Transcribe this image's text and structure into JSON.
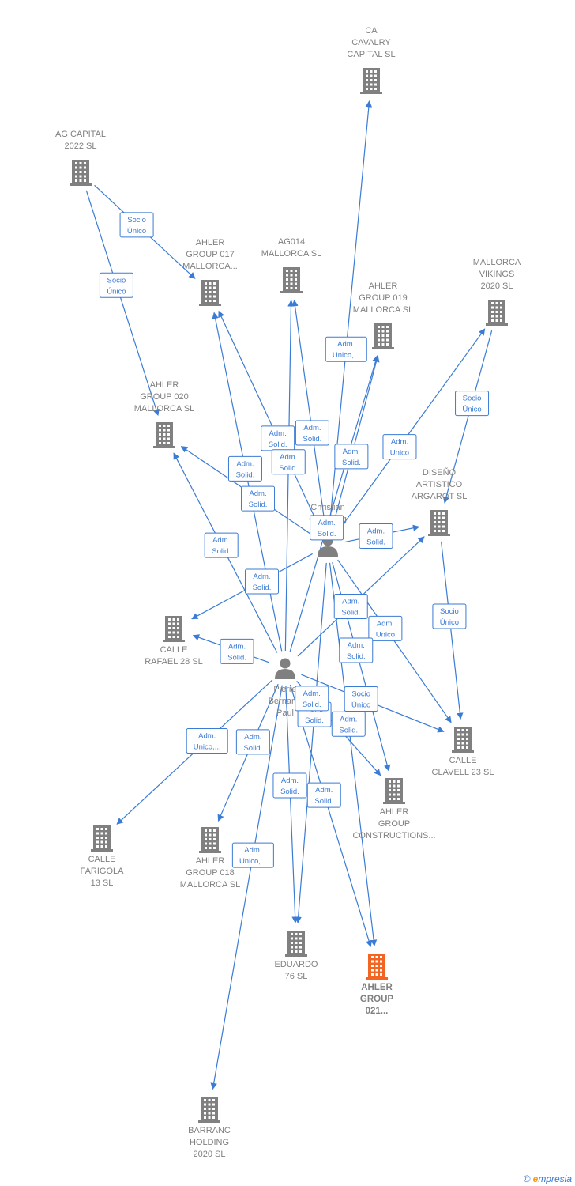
{
  "colors": {
    "edge": "#3a7bd5",
    "building": "#808080",
    "focus": "#f26522",
    "person": "#808080",
    "label": "#808080"
  },
  "companies": [
    {
      "id": "ca_cavalry",
      "lines": [
        "CA",
        "CAVALRY",
        "CAPITAL  SL"
      ],
      "icon": "building-icon"
    },
    {
      "id": "ag_capital",
      "lines": [
        "AG CAPITAL",
        "2022  SL"
      ],
      "icon": "building-icon"
    },
    {
      "id": "ahler_017",
      "lines": [
        "AHLER",
        "GROUP 017",
        "MALLORCA..."
      ],
      "icon": "building-icon"
    },
    {
      "id": "ag014",
      "lines": [
        "AG014",
        "MALLORCA  SL"
      ],
      "icon": "building-icon"
    },
    {
      "id": "ahler_019",
      "lines": [
        "AHLER",
        "GROUP 019",
        "MALLORCA  SL"
      ],
      "icon": "building-icon"
    },
    {
      "id": "mallorca_vikings",
      "lines": [
        "MALLORCA",
        "VIKINGS",
        "2020  SL"
      ],
      "icon": "building-icon"
    },
    {
      "id": "ahler_020",
      "lines": [
        "AHLER",
        "GROUP 020",
        "MALLORCA  SL"
      ],
      "icon": "building-icon"
    },
    {
      "id": "diseno",
      "lines": [
        "DISEÑO",
        "ARTISTICO",
        "ARGAROT  SL"
      ],
      "icon": "building-icon"
    },
    {
      "id": "calle_rafael",
      "lines": [
        "CALLE",
        "RAFAEL 28  SL"
      ],
      "icon": "building-icon"
    },
    {
      "id": "calle_clavell",
      "lines": [
        "CALLE",
        "CLAVELL 23  SL"
      ],
      "icon": "building-icon"
    },
    {
      "id": "ahler_constructions",
      "lines": [
        "AHLER",
        "GROUP",
        "CONSTRUCTIONS..."
      ],
      "icon": "building-icon"
    },
    {
      "id": "calle_farigola",
      "lines": [
        "CALLE",
        "FARIGOLA",
        "13  SL"
      ],
      "icon": "building-icon"
    },
    {
      "id": "ahler_018",
      "lines": [
        "AHLER",
        "GROUP 018",
        "MALLORCA  SL"
      ],
      "icon": "building-icon"
    },
    {
      "id": "eduardo",
      "lines": [
        "EDUARDO",
        "76  SL"
      ],
      "icon": "building-icon"
    },
    {
      "id": "ahler_021",
      "lines": [
        "AHLER",
        "GROUP",
        "021..."
      ],
      "icon": "building-icon",
      "focus": true
    },
    {
      "id": "barranc",
      "lines": [
        "BARRANC",
        "HOLDING",
        "2020  SL"
      ],
      "icon": "building-icon"
    }
  ],
  "persons": [
    {
      "id": "christian",
      "lines": [
        "Christian",
        "Grundtvig"
      ],
      "icon": "person-icon"
    },
    {
      "id": "pierre",
      "lines": [
        "Pierre",
        "Bernard-",
        "Paul"
      ],
      "icon": "person-icon"
    }
  ],
  "edges": [
    {
      "from": "ag_capital",
      "to": "ahler_017",
      "label": [
        "Socio",
        "Único"
      ]
    },
    {
      "from": "ag_capital",
      "to": "ahler_020",
      "label": [
        "Socio",
        "Único"
      ]
    },
    {
      "from": "christian",
      "to": "ca_cavalry",
      "label": [
        "Adm.",
        "Unico,..."
      ]
    },
    {
      "from": "christian",
      "to": "ahler_017",
      "label": [
        "Adm.",
        "Solid."
      ]
    },
    {
      "from": "christian",
      "to": "ag014",
      "label": [
        "Adm.",
        "Solid."
      ]
    },
    {
      "from": "christian",
      "to": "ahler_019",
      "label": [
        "Adm.",
        "Solid."
      ]
    },
    {
      "from": "christian",
      "to": "mallorca_vikings",
      "label": [
        "Adm.",
        "Unico"
      ]
    },
    {
      "from": "christian",
      "to": "ahler_020",
      "label": [
        "Adm.",
        "Solid."
      ]
    },
    {
      "from": "christian",
      "to": "diseno",
      "label": [
        "Adm.",
        "Solid."
      ]
    },
    {
      "from": "christian",
      "to": "calle_rafael",
      "label": [
        "Adm.",
        "Solid."
      ]
    },
    {
      "from": "christian",
      "to": "calle_clavell",
      "label": [
        "Adm.",
        "Unico"
      ]
    },
    {
      "from": "christian",
      "to": "ahler_constructions",
      "label": [
        "Adm.",
        "Solid."
      ]
    },
    {
      "from": "christian",
      "to": "eduardo",
      "label": [
        "Adm.",
        "Solid."
      ]
    },
    {
      "from": "christian",
      "to": "ahler_021",
      "label": [
        "Adm.",
        "Solid."
      ]
    },
    {
      "from": "pierre",
      "to": "ahler_017",
      "label": [
        "Adm.",
        "Solid."
      ]
    },
    {
      "from": "pierre",
      "to": "ag014",
      "label": [
        "Adm.",
        "Solid."
      ]
    },
    {
      "from": "pierre",
      "to": "ahler_019",
      "label": [
        "Adm.",
        "Solid."
      ]
    },
    {
      "from": "pierre",
      "to": "ahler_020",
      "label": [
        "Adm.",
        "Solid."
      ]
    },
    {
      "from": "pierre",
      "to": "diseno",
      "label": [
        "Adm.",
        "Solid."
      ]
    },
    {
      "from": "pierre",
      "to": "calle_rafael",
      "label": [
        "Adm.",
        "Solid."
      ]
    },
    {
      "from": "pierre",
      "to": "calle_clavell",
      "label": [
        "Socio",
        "Único"
      ]
    },
    {
      "from": "pierre",
      "to": "ahler_constructions",
      "label": [
        "Adm.",
        "Solid."
      ]
    },
    {
      "from": "pierre",
      "to": "calle_farigola",
      "label": [
        "Adm.",
        "Unico,..."
      ]
    },
    {
      "from": "pierre",
      "to": "ahler_018",
      "label": [
        "Adm.",
        "Solid."
      ]
    },
    {
      "from": "pierre",
      "to": "eduardo",
      "label": [
        "Adm.",
        "Solid."
      ]
    },
    {
      "from": "pierre",
      "to": "ahler_021",
      "label": [
        "Adm.",
        "Solid."
      ]
    },
    {
      "from": "pierre",
      "to": "barranc",
      "label": [
        "Adm.",
        "Unico,..."
      ]
    },
    {
      "from": "mallorca_vikings",
      "to": "diseno",
      "label": [
        "Socio",
        "Único"
      ]
    },
    {
      "from": "diseno",
      "to": "calle_clavell",
      "label": [
        "Socio",
        "Único"
      ]
    }
  ],
  "footer": {
    "copyright": "©",
    "brand_initial": "e",
    "brand_rest": "mpresia"
  }
}
